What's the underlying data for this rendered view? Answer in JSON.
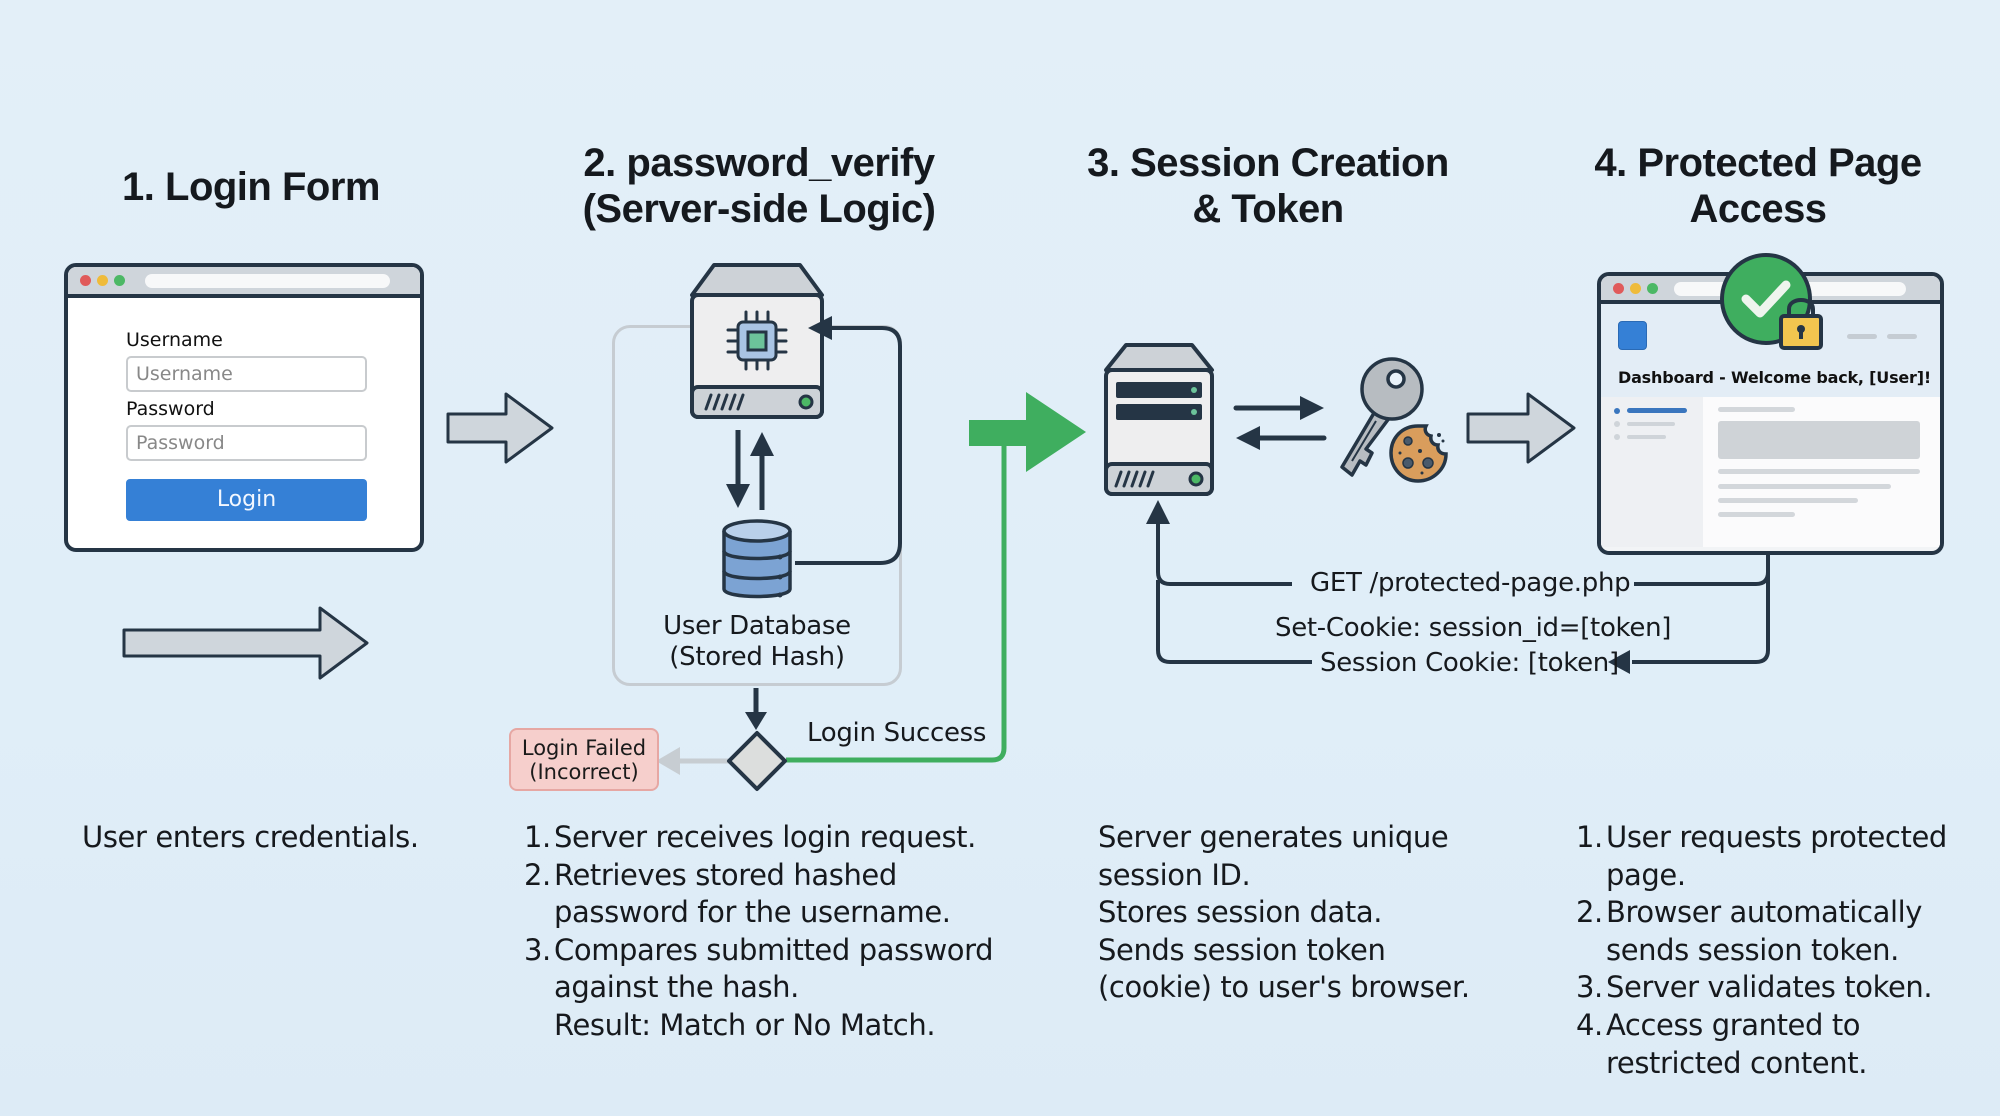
{
  "steps": [
    {
      "title_lines": [
        "1. Login Form"
      ],
      "description": [
        "User enters credentials."
      ]
    },
    {
      "title_lines": [
        "2. password_verify",
        "(Server-side Logic)"
      ],
      "description_items": [
        {
          "num": "1.",
          "lines": [
            "Server receives login request."
          ]
        },
        {
          "num": "2.",
          "lines": [
            "Retrieves stored hashed",
            "password for the username."
          ]
        },
        {
          "num": "3.",
          "lines": [
            "Compares submitted password",
            "against the hash.",
            "Result: Match or No Match."
          ]
        }
      ]
    },
    {
      "title_lines": [
        "3. Session Creation",
        "& Token"
      ],
      "description": [
        "Server generates unique",
        "session ID.",
        "Stores session data.",
        "Sends session token",
        "(cookie) to user's browser."
      ]
    },
    {
      "title_lines": [
        "4. Protected Page",
        "Access"
      ],
      "description_items": [
        {
          "num": "1.",
          "lines": [
            "User requests protected",
            "page."
          ]
        },
        {
          "num": "2.",
          "lines": [
            "Browser automatically",
            "sends session token."
          ]
        },
        {
          "num": "3.",
          "lines": [
            "Server validates token."
          ]
        },
        {
          "num": "4.",
          "lines": [
            "Access granted to",
            "restricted content."
          ]
        }
      ]
    }
  ],
  "login_form": {
    "username_label": "Username",
    "username_placeholder": "Username",
    "password_label": "Password",
    "password_placeholder": "Password",
    "login_button": "Login"
  },
  "server_logic": {
    "database_label_lines": [
      "User Database",
      "(Stored Hash)"
    ],
    "failed_label_lines": [
      "Login Failed",
      "(Incorrect)"
    ],
    "success_label": "Login Success"
  },
  "session_flow": {
    "request_label": "GET /protected-page.php",
    "set_cookie_label": "Set-Cookie: session_id=[token]",
    "session_cookie_label": "Session Cookie: [token]"
  },
  "dashboard": {
    "heading": "Dashboard - Welcome back, [User]!"
  },
  "icons": {
    "server": "server-icon",
    "cpu": "cpu-chip-icon",
    "database": "database-icon",
    "key": "key-icon",
    "cookie": "cookie-icon",
    "check": "check-circle-icon",
    "lock": "padlock-icon"
  },
  "colors": {
    "accent_blue": "#3580d6",
    "success_green": "#3fae5f",
    "failed_red_bg": "#f6cfcc",
    "outline_dark": "#253545",
    "arrow_gray": "#cfd6dc"
  }
}
